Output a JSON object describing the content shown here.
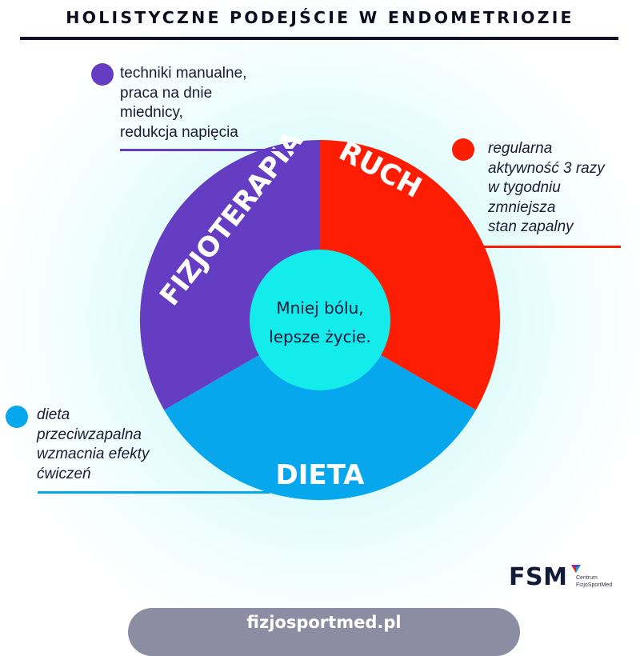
{
  "title": "HOLISTYCZNE PODEJŚCIE W ENDOMETRIOZIE",
  "center": {
    "line1": "Mniej bólu,",
    "line2": "lepsze życie."
  },
  "segments": [
    {
      "label": "RUCH",
      "color": "#fd1d03"
    },
    {
      "label": "DIETA",
      "color": "#06a7ed"
    },
    {
      "label": "FIZJOTERAPIA",
      "color": "#653dc3"
    }
  ],
  "center_color": "#14ecec",
  "notes": {
    "fizjoterapia": {
      "lines": [
        "techniki manualne,",
        "praca na dnie",
        "miednicy,",
        "redukcja napięcia"
      ],
      "color": "#653dc3"
    },
    "ruch": {
      "lines": [
        "regularna",
        "aktywność 3 razy",
        "w tygodniu",
        "zmniejsza",
        "stan zapalny"
      ],
      "color": "#fd1d03"
    },
    "dieta": {
      "lines": [
        "dieta",
        "przeciwzapalna",
        "wzmacnia efekty",
        "ćwiczeń"
      ],
      "color": "#06a7ed"
    }
  },
  "logo": {
    "name": "FSM",
    "sub_line1": "Centrum",
    "sub_line2": "FizjoSportMed"
  },
  "footer": {
    "url": "fizjosportmed.pl"
  }
}
